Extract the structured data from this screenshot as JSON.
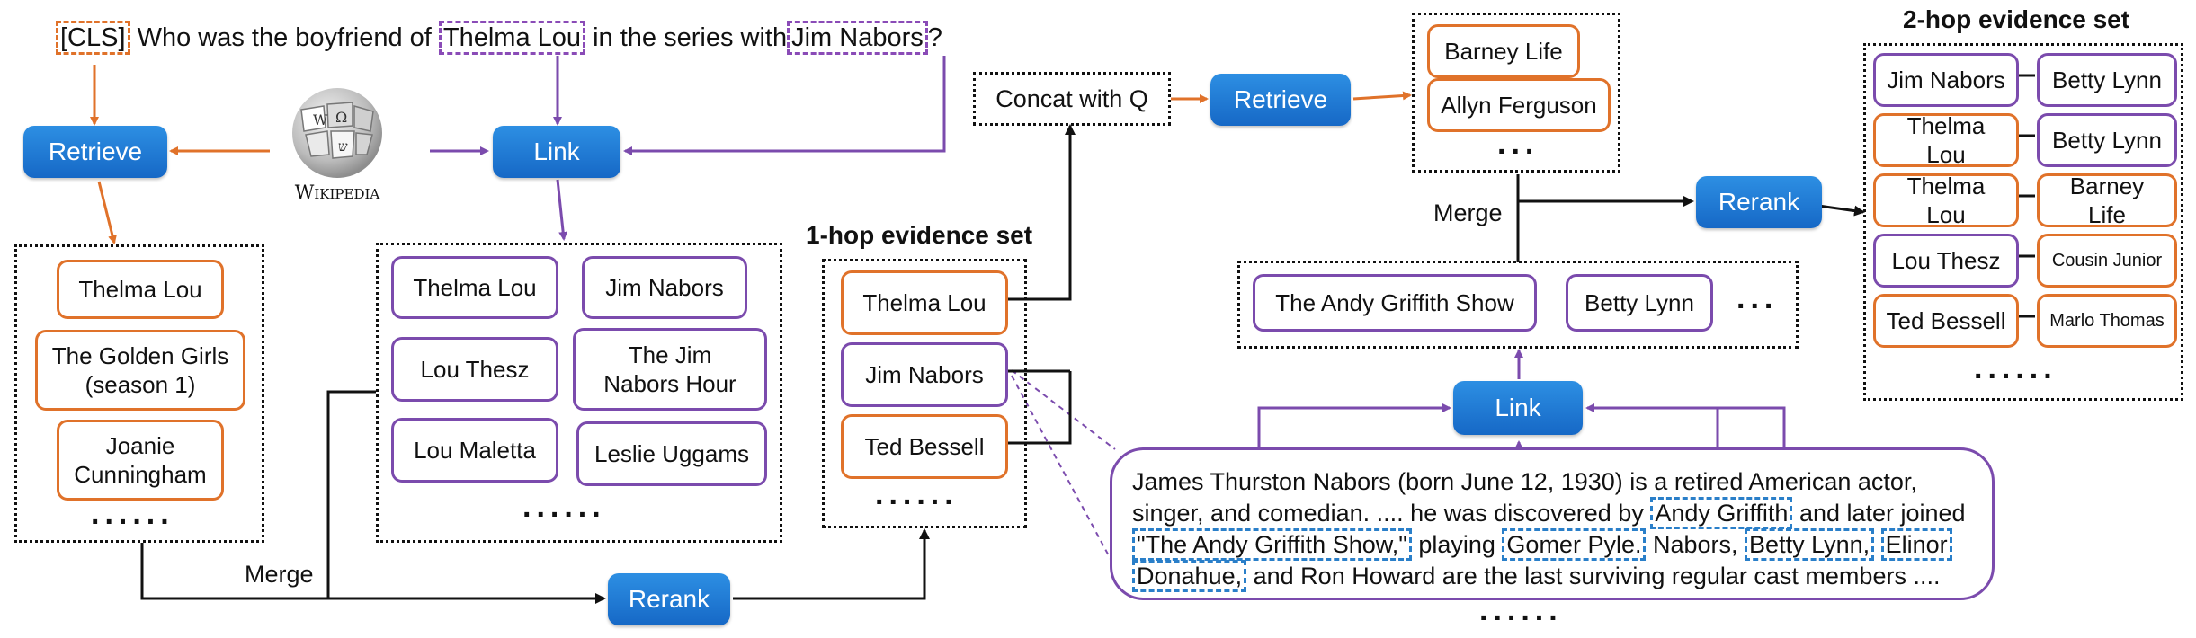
{
  "query": {
    "cls": "[CLS]",
    "part1": "Who was the boyfriend of",
    "entity1": "Thelma Lou",
    "part2": "in the series with",
    "entity2": "Jim Nabors",
    "part3": "?"
  },
  "wiki": {
    "name": "Wikipedia",
    "icon": "wikipedia-globe-icon"
  },
  "buttons": {
    "retrieve_left": "Retrieve",
    "link_top": "Link",
    "retrieve_right": "Retrieve",
    "rerank_bottom": "Rerank",
    "rerank_right": "Rerank",
    "link_right": "Link"
  },
  "labels": {
    "concat": "Concat with Q",
    "merge_left": "Merge",
    "merge_right": "Merge",
    "one_hop_title": "1-hop evidence set",
    "two_hop_title": "2-hop evidence set",
    "ellipsis6": "......",
    "ellipsis3": "..."
  },
  "retrieved_left": [
    "Thelma Lou",
    "The Golden Girls\n(season 1)",
    "Joanie\nCunningham"
  ],
  "linked_left": [
    "Thelma Lou",
    "Jim Nabors",
    "Lou Thesz",
    "The Jim\nNabors Hour",
    "Lou Maletta",
    "Leslie Uggams"
  ],
  "one_hop": [
    "Thelma Lou",
    "Jim Nabors",
    "Ted Bessell"
  ],
  "retrieved_right": [
    "Barney Life",
    "Allyn Ferguson"
  ],
  "linked_right": [
    "The Andy Griffith Show",
    "Betty Lynn"
  ],
  "two_hop": [
    {
      "a": "Jim Nabors",
      "b": "Betty Lynn",
      "a_color": "purple",
      "b_color": "purple"
    },
    {
      "a": "Thelma Lou",
      "b": "Betty Lynn",
      "a_color": "orange",
      "b_color": "purple"
    },
    {
      "a": "Thelma Lou",
      "b": "Barney Life",
      "a_color": "orange",
      "b_color": "orange"
    },
    {
      "a": "Lou Thesz",
      "b": "Cousin Junior",
      "a_color": "purple",
      "b_color": "orange"
    },
    {
      "a": "Ted Bessell",
      "b": "Marlo Thomas",
      "a_color": "orange",
      "b_color": "orange"
    }
  ],
  "passage": {
    "t1": "James Thurston Nabors (born June 12, 1930) is a retired American actor,",
    "t2": "singer, and comedian. .... he was discovered by",
    "h1": "Andy Griffith",
    "t3": "and later joined",
    "h2": "\"The Andy Griffith Show,\"",
    "t4": "playing",
    "h3": "Gomer Pyle.",
    "t5": "Nabors,",
    "h4": "Betty Lynn,",
    "h5": "Elinor",
    "h6": "Donahue,",
    "t6": "and Ron Howard are the last surviving regular cast members ...."
  },
  "colors": {
    "orange": "#e0722a",
    "purple": "#7b4bad",
    "blue": "#1b74d2",
    "highlight": "#2a7fc9"
  }
}
